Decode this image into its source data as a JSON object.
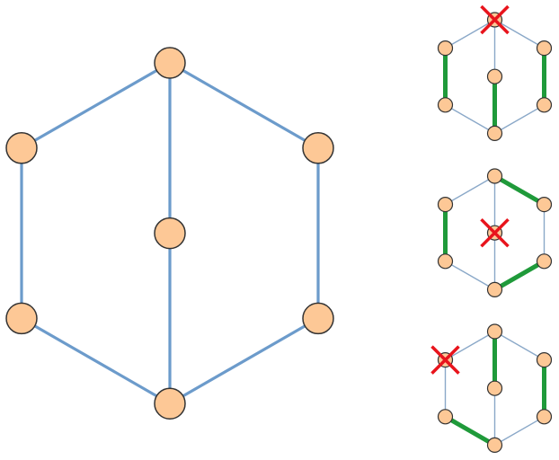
{
  "colors": {
    "edge": "#6c9bcb",
    "edge_small": "#8aa8c8",
    "highlight": "#1f9a3a",
    "node_fill": "#fdc896",
    "node_stroke": "#333333",
    "cross": "#e8141c"
  },
  "graph": {
    "nodes": [
      "top",
      "upper-left",
      "upper-right",
      "center",
      "lower-left",
      "lower-right",
      "bottom"
    ],
    "edges": [
      [
        "top",
        "upper-left"
      ],
      [
        "top",
        "upper-right"
      ],
      [
        "top",
        "center"
      ],
      [
        "upper-left",
        "lower-left"
      ],
      [
        "upper-right",
        "lower-right"
      ],
      [
        "center",
        "bottom"
      ],
      [
        "lower-left",
        "bottom"
      ],
      [
        "lower-right",
        "bottom"
      ]
    ]
  },
  "matchings": [
    {
      "removed": "top",
      "highlighted": [
        [
          "upper-left",
          "lower-left"
        ],
        [
          "upper-right",
          "lower-right"
        ],
        [
          "center",
          "bottom"
        ]
      ]
    },
    {
      "removed": "center",
      "highlighted": [
        [
          "top",
          "upper-right"
        ],
        [
          "upper-left",
          "lower-left"
        ],
        [
          "lower-right",
          "bottom"
        ]
      ]
    },
    {
      "removed": "upper-left",
      "highlighted": [
        [
          "top",
          "center"
        ],
        [
          "upper-right",
          "lower-right"
        ],
        [
          "lower-left",
          "bottom"
        ]
      ]
    }
  ]
}
